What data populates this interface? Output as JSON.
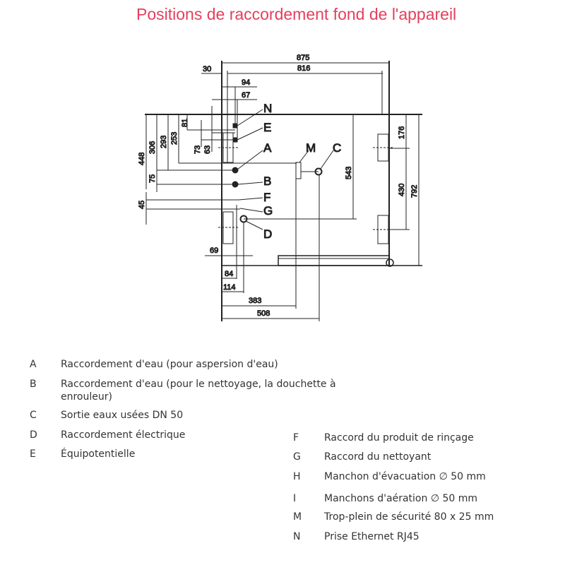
{
  "title": "Positions de raccordement fond de l'appareil",
  "dimensions": {
    "d875": "875",
    "d816": "816",
    "d30": "30",
    "d94": "94",
    "d67": "67",
    "d81": "81",
    "d73": "73",
    "d63": "63",
    "d448": "448",
    "d306": "306",
    "d293": "293",
    "d253": "253",
    "d75": "75",
    "d45": "45",
    "d543": "543",
    "d176": "176",
    "d430": "430",
    "d792": "792",
    "d69": "69",
    "d84": "84",
    "d114": "114",
    "d383": "383",
    "d508": "508"
  },
  "markers": {
    "N": "N",
    "E": "E",
    "A": "A",
    "M": "M",
    "C": "C",
    "B": "B",
    "F": "F",
    "G": "G",
    "D": "D"
  },
  "legend_left": [
    {
      "key": "A",
      "text": "Raccordement d'eau (pour aspersion d'eau)"
    },
    {
      "key": "B",
      "text": "Raccordement d'eau (pour le nettoyage, la douchette à enrouleur)"
    },
    {
      "key": "C",
      "text": "Sortie eaux usées DN 50"
    },
    {
      "key": "D",
      "text": "Raccordement électrique"
    },
    {
      "key": "E",
      "text": "Équipotentielle"
    }
  ],
  "legend_right": [
    {
      "key": "F",
      "text": "Raccord du produit de rinçage"
    },
    {
      "key": "G",
      "text": "Raccord du nettoyant"
    },
    {
      "key": "H",
      "text": "Manchon d'évacuation ∅ 50 mm"
    },
    {
      "key": "I",
      "text": "Manchons d'aération ∅ 50 mm"
    },
    {
      "key": "M",
      "text": "Trop-plein de sécurité 80 x 25 mm"
    },
    {
      "key": "N",
      "text": "Prise Ethernet RJ45"
    }
  ]
}
